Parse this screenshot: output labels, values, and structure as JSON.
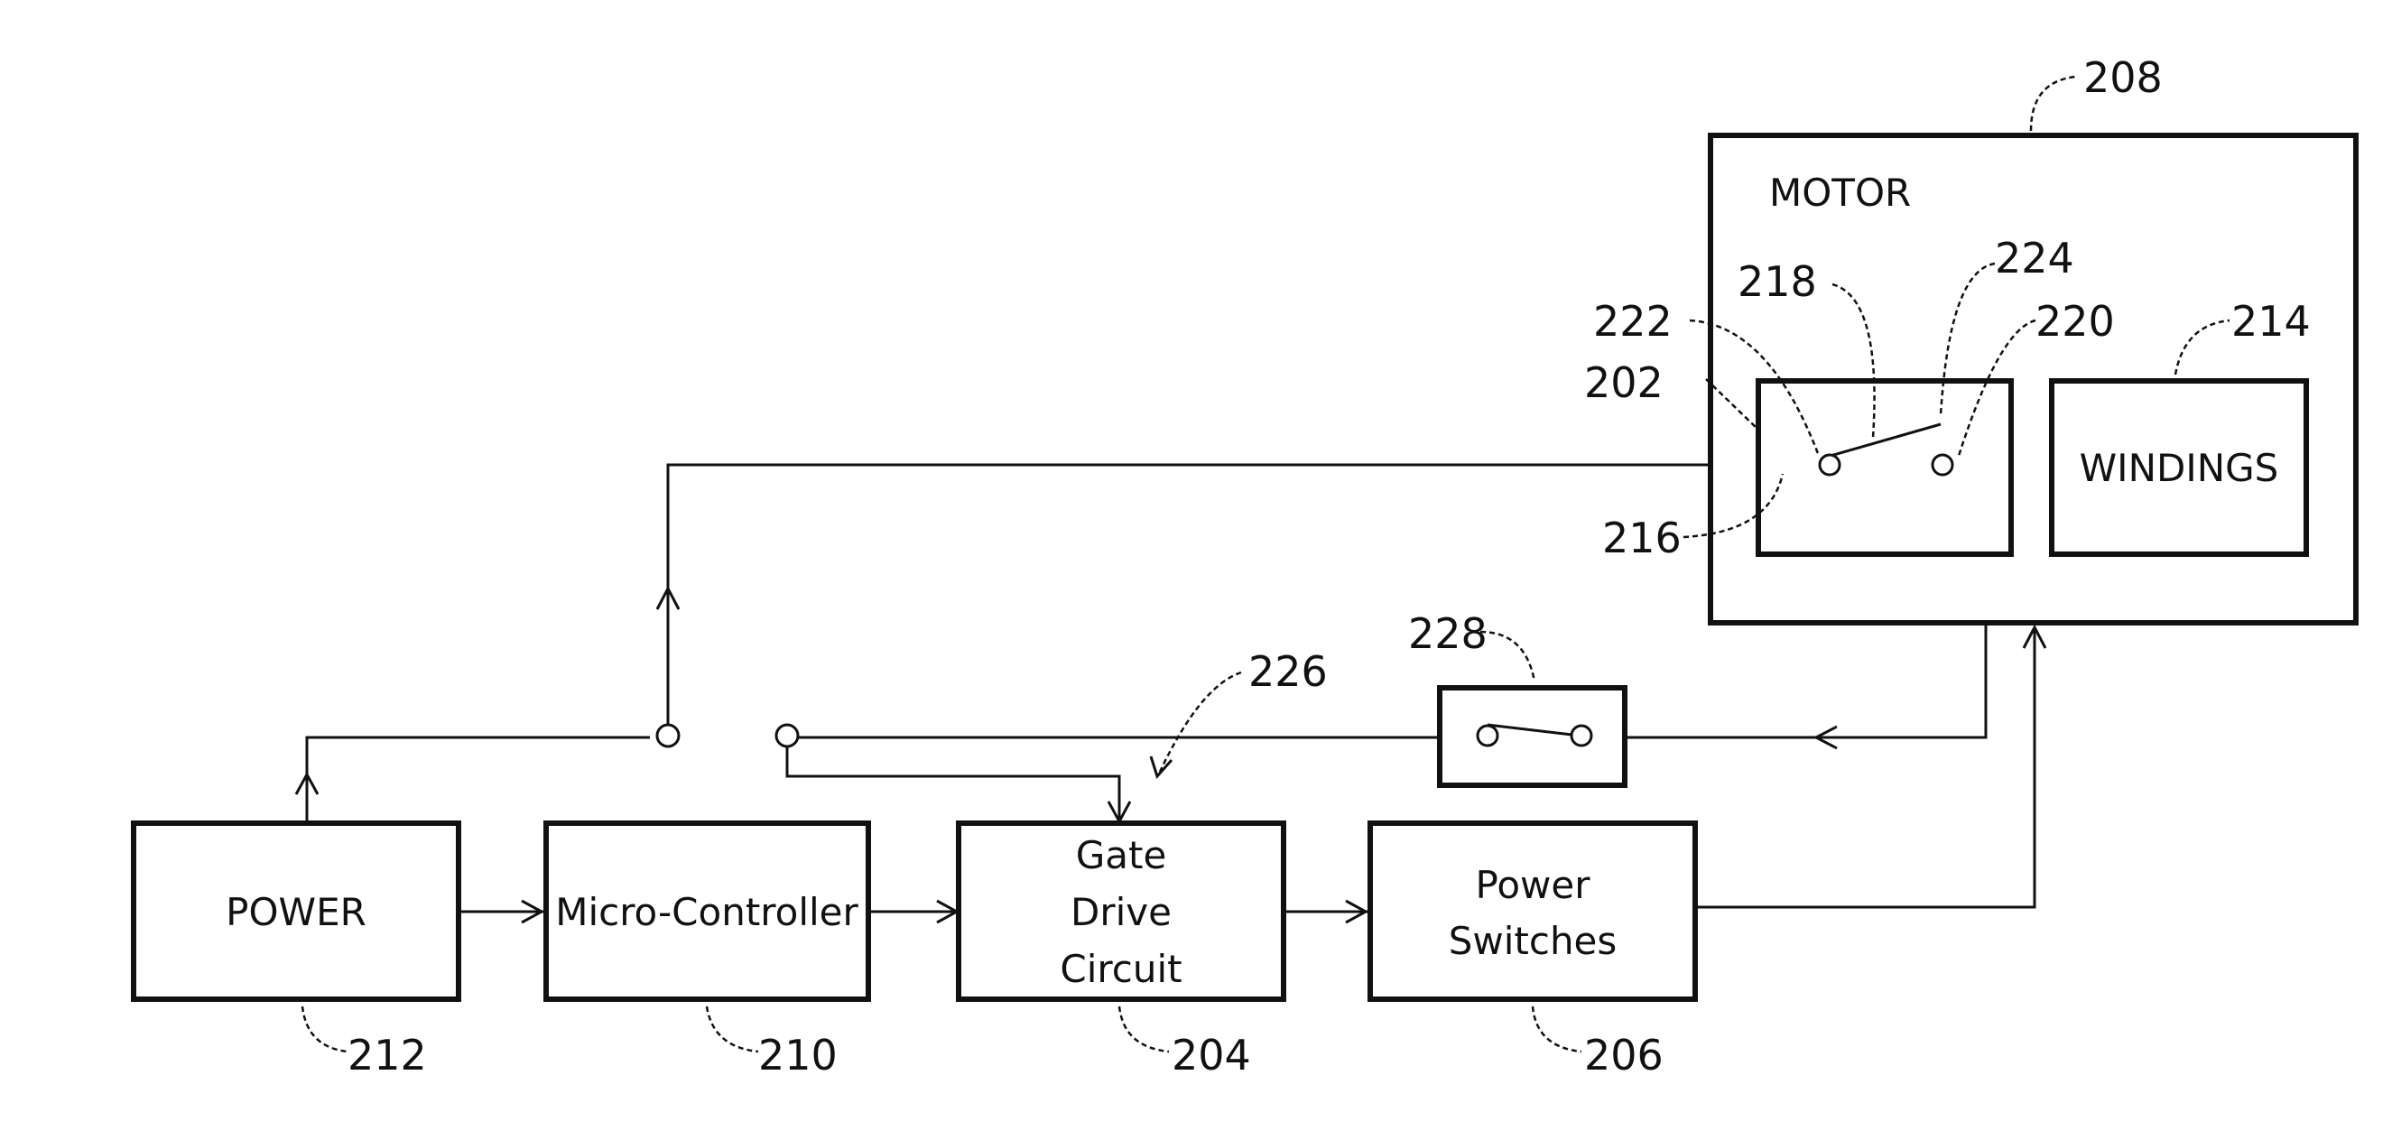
{
  "blocks": {
    "power": "POWER",
    "micro_controller": "Micro-Controller",
    "gate_drive": [
      "Gate",
      "Drive",
      "Circuit"
    ],
    "power_switches": [
      "Power",
      "Switches"
    ],
    "motor": "MOTOR",
    "windings": "WINDINGS"
  },
  "refs": {
    "power": "212",
    "micro_controller": "210",
    "gate_drive": "204",
    "power_switches": "206",
    "motor": "208",
    "windings": "214",
    "sensor": "202",
    "sensor_switch": "218",
    "contact_left": "222",
    "contact_right": "220",
    "switch_arm": "224",
    "sensor_lead": "216",
    "gate_input": "226",
    "external_switch": "228"
  }
}
